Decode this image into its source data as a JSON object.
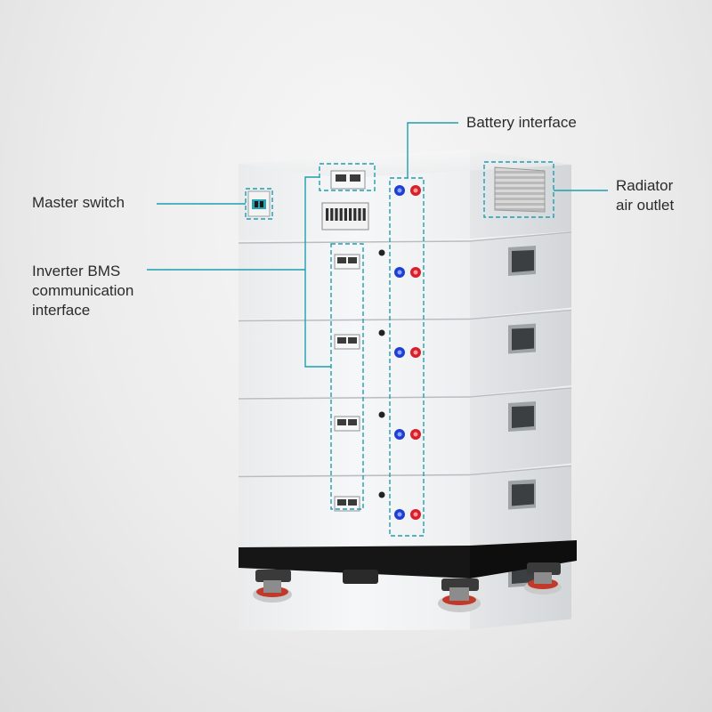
{
  "labels": {
    "battery_interface": "Battery interface",
    "master_switch": "Master switch",
    "radiator_line1": "Radiator",
    "radiator_line2": "air outlet",
    "bms_line1": "Inverter BMS",
    "bms_line2": "communication",
    "bms_line3": "interface"
  },
  "product": {
    "module_count": 5
  },
  "colors": {
    "callout": "#1e9fb0",
    "cabinet_front": "#f0f1f2",
    "cabinet_side": "#e2e4e6",
    "base": "#151515",
    "terminal_negative": "#1f3fd1",
    "terminal_positive": "#d6202a",
    "text": "#2b2b2b"
  }
}
